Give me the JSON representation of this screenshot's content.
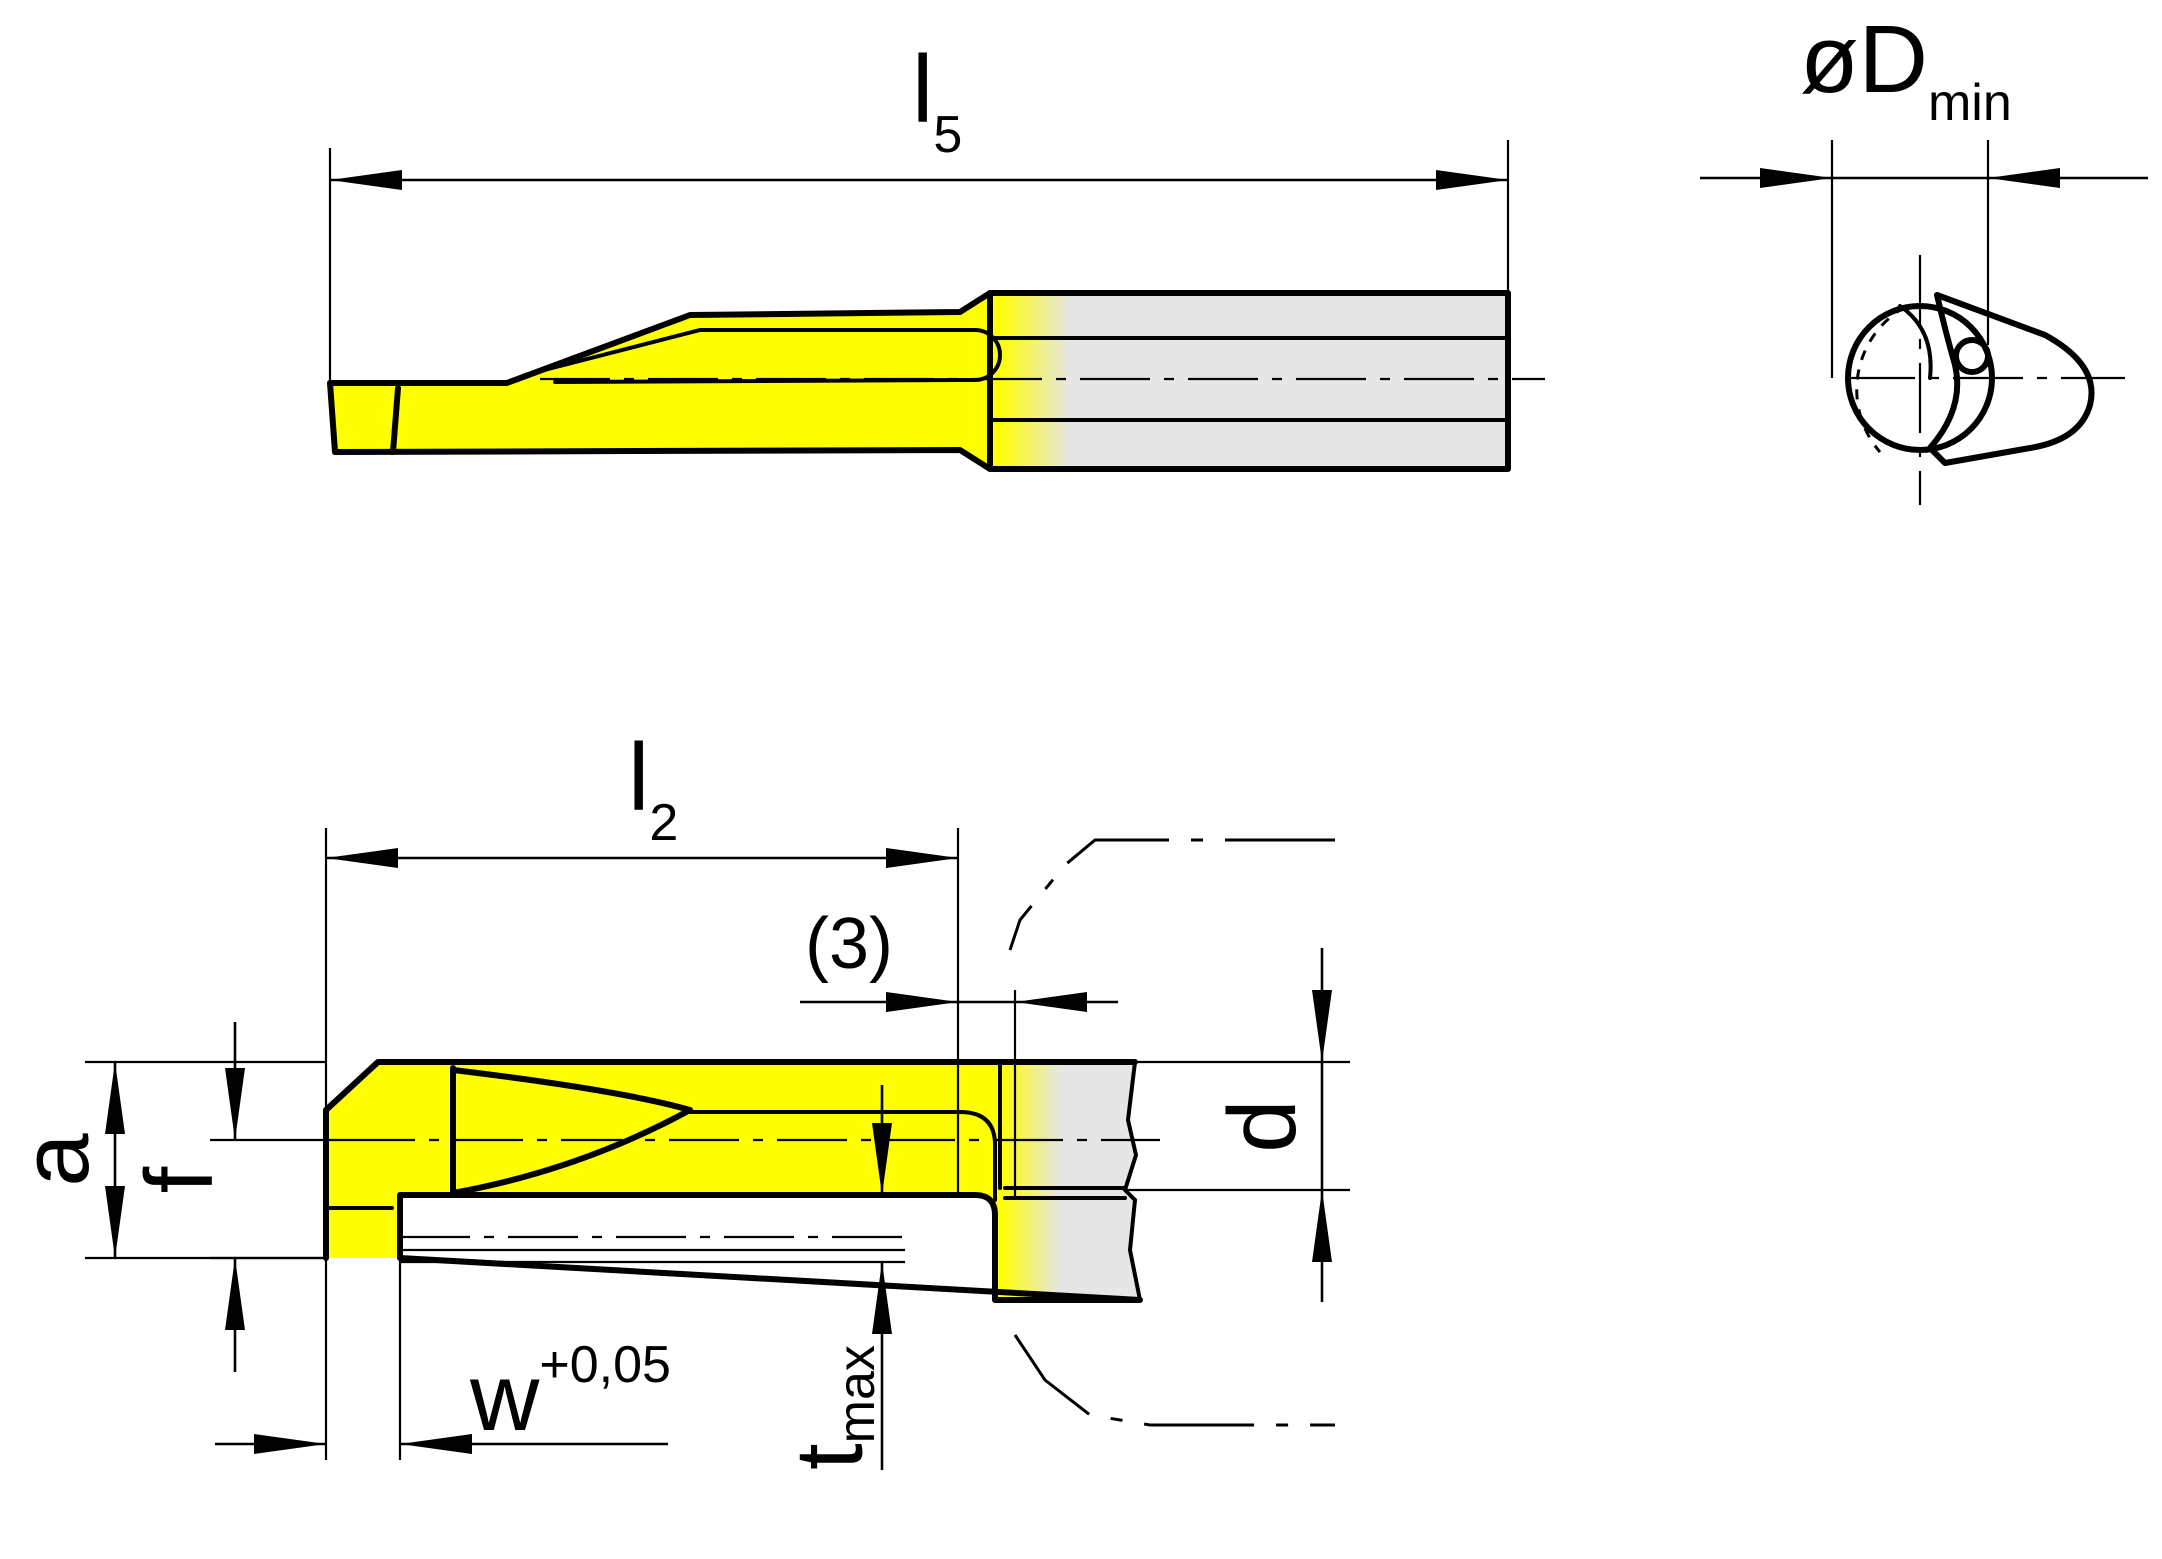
{
  "colors": {
    "carbide": "#ffff00",
    "shank": "#e6e6e6",
    "line": "#000000"
  },
  "views": {
    "side": {
      "dimension_length": {
        "symbol": "l",
        "subscript": "5"
      }
    },
    "end": {
      "dimension_diameter": {
        "prefix": "ø",
        "symbol": "D",
        "subscript": "min"
      }
    },
    "detail": {
      "dimension_length": {
        "symbol": "l",
        "subscript": "2"
      },
      "dimension_reference": {
        "text": "(3)"
      },
      "dimension_height": {
        "symbol": "a"
      },
      "dimension_centre": {
        "symbol": "f"
      },
      "dimension_shank": {
        "symbol": "d"
      },
      "dimension_width": {
        "symbol": "w",
        "tolerance": "+0,05"
      },
      "dimension_depth": {
        "symbol": "t",
        "subscript": "max"
      }
    }
  }
}
